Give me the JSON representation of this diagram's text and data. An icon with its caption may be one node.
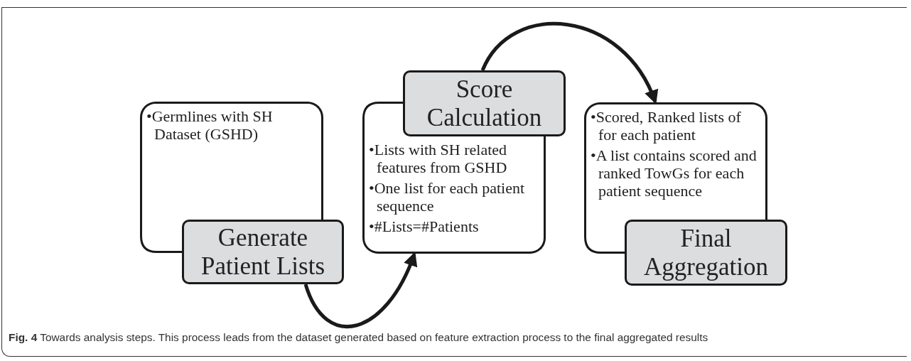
{
  "diagram": {
    "caption": "**Fig. 4** Towards analysis steps. This process leads from the dataset generated based on feature extraction process to the final aggregated results",
    "nodes": [
      {
        "text": [
          "•Germlines with SH Dataset (GSHD)"
        ]
      },
      {
        "text": [
          "Generate Patient Lists"
        ]
      },
      {
        "text": [
          "Score Calculation"
        ]
      },
      {
        "text": [
          "•Lists with SH related features from GSHD",
          "•One list for each patient sequence",
          "•#Lists=#Patients"
        ]
      },
      {
        "text": [
          "•Scored, Ranked lists of for each patient",
          "•A list contains scored and ranked TowGs for each patient sequence"
        ]
      },
      {
        "text": [
          "Final Aggregation"
        ]
      }
    ],
    "edges": [
      {
        "from": 1,
        "to": 3,
        "arrow": "to"
      },
      {
        "from": 2,
        "to": 4,
        "arrow": "to"
      }
    ]
  }
}
